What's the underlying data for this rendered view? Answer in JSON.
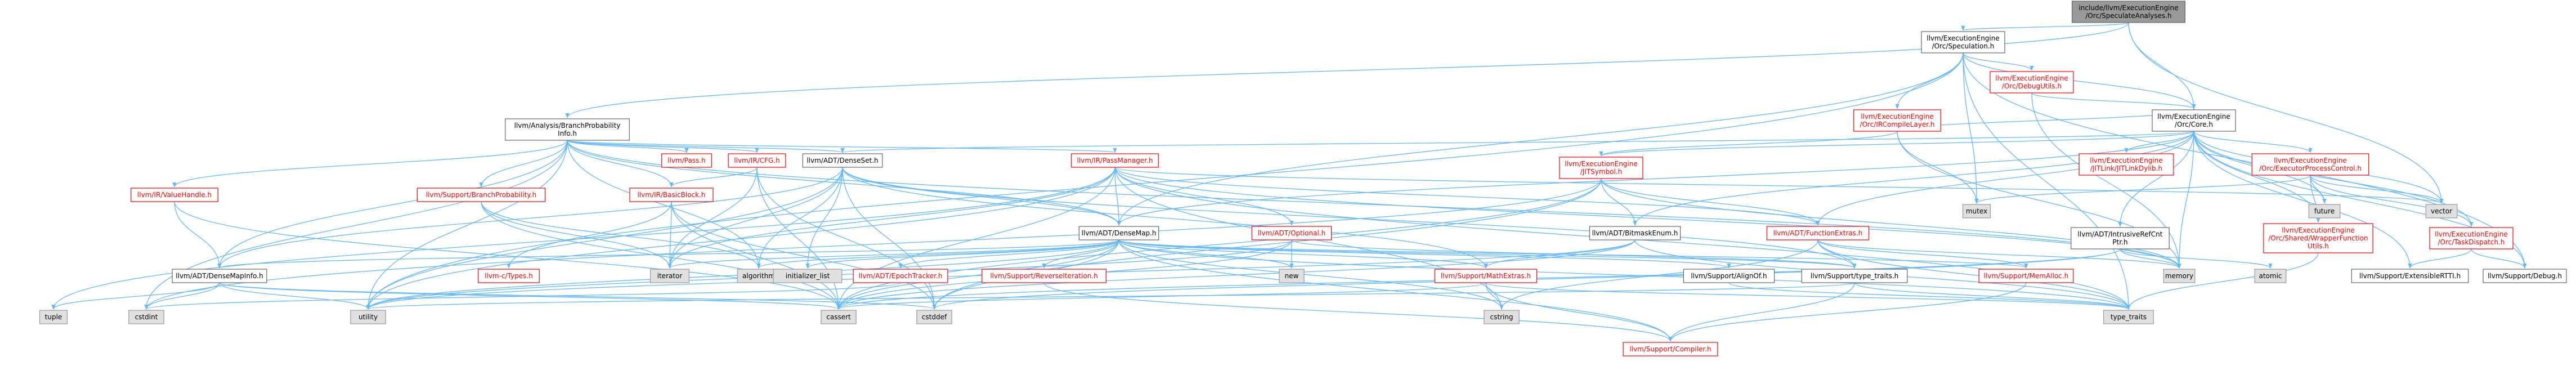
{
  "colors": {
    "edge": "#63b8ff",
    "root_fill": "#999999",
    "root_border": "#666666",
    "sys_fill": "#e0e0e0",
    "sys_border": "#999999",
    "file_fill": "#ffffff",
    "file_border": "#666666",
    "red_border": "#ff0000",
    "red_text": "#ff0000",
    "text": "#000000"
  },
  "graph": {
    "nodes": [
      {
        "id": "root",
        "label": [
          "include/llvm/ExecutionEngine",
          "/Orc/SpeculateAnalyses.h"
        ],
        "kind": "root"
      },
      {
        "id": "spec",
        "label": [
          "llvm/ExecutionEngine",
          "/Orc/Speculation.h"
        ],
        "kind": "file"
      },
      {
        "id": "bpi",
        "label": [
          "llvm/Analysis/BranchProbability",
          "Info.h"
        ],
        "kind": "file"
      },
      {
        "id": "debugutils",
        "label": [
          "llvm/ExecutionEngine",
          "/Orc/DebugUtils.h"
        ],
        "kind": "red"
      },
      {
        "id": "irc",
        "label": [
          "llvm/ExecutionEngine",
          "/Orc/IRCompileLayer.h"
        ],
        "kind": "red"
      },
      {
        "id": "core",
        "label": [
          "llvm/ExecutionEngine",
          "/Orc/Core.h"
        ],
        "kind": "file"
      },
      {
        "id": "denseset",
        "label": [
          "llvm/ADT/DenseSet.h"
        ],
        "kind": "file"
      },
      {
        "id": "passmgr",
        "label": [
          "llvm/IR/PassManager.h"
        ],
        "kind": "red"
      },
      {
        "id": "irpass",
        "label": [
          "llvm/Pass.h"
        ],
        "kind": "red"
      },
      {
        "id": "ircfg",
        "label": [
          "llvm/IR/CFG.h"
        ],
        "kind": "red"
      },
      {
        "id": "jitsym",
        "label": [
          "llvm/ExecutionEngine",
          "/JITSymbol.h"
        ],
        "kind": "red"
      },
      {
        "id": "jitlink",
        "label": [
          "llvm/ExecutionEngine",
          "/JITLink/JITLinkDylib.h"
        ],
        "kind": "red"
      },
      {
        "id": "epc",
        "label": [
          "llvm/ExecutionEngine",
          "/Orc/ExecutorProcessControl.h"
        ],
        "kind": "red"
      },
      {
        "id": "valuehandle",
        "label": [
          "llvm/IR/ValueHandle.h"
        ],
        "kind": "red"
      },
      {
        "id": "supbp",
        "label": [
          "llvm/Support/BranchProbability.h"
        ],
        "kind": "red"
      },
      {
        "id": "basicblock",
        "label": [
          "llvm/IR/BasicBlock.h"
        ],
        "kind": "red"
      },
      {
        "id": "densemap",
        "label": [
          "llvm/ADT/DenseMap.h"
        ],
        "kind": "file"
      },
      {
        "id": "optional",
        "label": [
          "llvm/ADT/Optional.h"
        ],
        "kind": "red"
      },
      {
        "id": "bitmask",
        "label": [
          "llvm/ADT/BitmaskEnum.h"
        ],
        "kind": "file"
      },
      {
        "id": "funcextras",
        "label": [
          "llvm/ADT/FunctionExtras.h"
        ],
        "kind": "red"
      },
      {
        "id": "intrusive",
        "label": [
          "llvm/ADT/IntrusiveRefCnt",
          "Ptr.h"
        ],
        "kind": "file"
      },
      {
        "id": "mutex",
        "label": [
          "mutex"
        ],
        "kind": "sys"
      },
      {
        "id": "future",
        "label": [
          "future"
        ],
        "kind": "sys"
      },
      {
        "id": "vector",
        "label": [
          "vector"
        ],
        "kind": "sys"
      },
      {
        "id": "taskdispatch",
        "label": [
          "llvm/ExecutionEngine",
          "/Orc/TaskDispatch.h"
        ],
        "kind": "red"
      },
      {
        "id": "wrapperfn",
        "label": [
          "llvm/ExecutionEngine",
          "/Orc/Shared/WrapperFunction",
          "Utils.h"
        ],
        "kind": "red"
      },
      {
        "id": "densemapinfo",
        "label": [
          "llvm/ADT/DenseMapInfo.h"
        ],
        "kind": "file"
      },
      {
        "id": "ctypes",
        "label": [
          "llvm-c/Types.h"
        ],
        "kind": "red"
      },
      {
        "id": "iterator",
        "label": [
          "iterator"
        ],
        "kind": "sys"
      },
      {
        "id": "algorithm",
        "label": [
          "algorithm"
        ],
        "kind": "sys"
      },
      {
        "id": "initlist",
        "label": [
          "initializer_list"
        ],
        "kind": "sys"
      },
      {
        "id": "epoch",
        "label": [
          "llvm/ADT/EpochTracker.h"
        ],
        "kind": "red"
      },
      {
        "id": "reviter",
        "label": [
          "llvm/Support/ReverseIteration.h"
        ],
        "kind": "red"
      },
      {
        "id": "new",
        "label": [
          "new"
        ],
        "kind": "sys"
      },
      {
        "id": "mathextras",
        "label": [
          "llvm/Support/MathExtras.h"
        ],
        "kind": "red"
      },
      {
        "id": "alignof",
        "label": [
          "llvm/Support/AlignOf.h"
        ],
        "kind": "file"
      },
      {
        "id": "typetraits_h",
        "label": [
          "llvm/Support/type_traits.h"
        ],
        "kind": "file"
      },
      {
        "id": "memalloc",
        "label": [
          "llvm/Support/MemAlloc.h"
        ],
        "kind": "red"
      },
      {
        "id": "memory",
        "label": [
          "memory"
        ],
        "kind": "sys"
      },
      {
        "id": "atomic",
        "label": [
          "atomic"
        ],
        "kind": "sys"
      },
      {
        "id": "extrtti",
        "label": [
          "llvm/Support/ExtensibleRTTI.h"
        ],
        "kind": "file"
      },
      {
        "id": "debug",
        "label": [
          "llvm/Support/Debug.h"
        ],
        "kind": "file"
      },
      {
        "id": "tuple",
        "label": [
          "tuple"
        ],
        "kind": "sys"
      },
      {
        "id": "cstdint",
        "label": [
          "cstdint"
        ],
        "kind": "sys"
      },
      {
        "id": "utility",
        "label": [
          "utility"
        ],
        "kind": "sys"
      },
      {
        "id": "cassert",
        "label": [
          "cassert"
        ],
        "kind": "sys"
      },
      {
        "id": "cstddef",
        "label": [
          "cstddef"
        ],
        "kind": "sys"
      },
      {
        "id": "cstring",
        "label": [
          "cstring"
        ],
        "kind": "sys"
      },
      {
        "id": "compiler",
        "label": [
          "llvm/Support/Compiler.h"
        ],
        "kind": "red"
      },
      {
        "id": "typetraits",
        "label": [
          "type_traits"
        ],
        "kind": "sys"
      }
    ],
    "edges": [
      [
        "root",
        "spec"
      ],
      [
        "root",
        "core"
      ],
      [
        "root",
        "bpi"
      ],
      [
        "root",
        "vector"
      ],
      [
        "spec",
        "debugutils"
      ],
      [
        "spec",
        "irc"
      ],
      [
        "spec",
        "core"
      ],
      [
        "spec",
        "densemap"
      ],
      [
        "spec",
        "mutex"
      ],
      [
        "spec",
        "typetraits"
      ],
      [
        "spec",
        "utility"
      ],
      [
        "spec",
        "debug"
      ],
      [
        "bpi",
        "denseset"
      ],
      [
        "bpi",
        "passmgr"
      ],
      [
        "bpi",
        "irpass"
      ],
      [
        "bpi",
        "ircfg"
      ],
      [
        "bpi",
        "valuehandle"
      ],
      [
        "bpi",
        "supbp"
      ],
      [
        "bpi",
        "basicblock"
      ],
      [
        "bpi",
        "densemap"
      ],
      [
        "bpi",
        "densemapinfo"
      ],
      [
        "bpi",
        "algorithm"
      ],
      [
        "bpi",
        "cstdint"
      ],
      [
        "bpi",
        "memory"
      ],
      [
        "bpi",
        "utility"
      ],
      [
        "debugutils",
        "core"
      ],
      [
        "debugutils",
        "memory"
      ],
      [
        "irc",
        "core"
      ],
      [
        "irc",
        "jitsym"
      ],
      [
        "irc",
        "mutex"
      ],
      [
        "irc",
        "memory"
      ],
      [
        "core",
        "jitsym"
      ],
      [
        "core",
        "jitlink"
      ],
      [
        "core",
        "epc"
      ],
      [
        "core",
        "taskdispatch"
      ],
      [
        "core",
        "bitmask"
      ],
      [
        "core",
        "funcextras"
      ],
      [
        "core",
        "intrusive"
      ],
      [
        "core",
        "densemap"
      ],
      [
        "core",
        "denseset"
      ],
      [
        "core",
        "future"
      ],
      [
        "core",
        "vector"
      ],
      [
        "core",
        "memory"
      ],
      [
        "core",
        "debug"
      ],
      [
        "core",
        "extrtti"
      ],
      [
        "core",
        "wrapperfn"
      ],
      [
        "denseset",
        "densemap"
      ],
      [
        "denseset",
        "densemapinfo"
      ],
      [
        "denseset",
        "mathextras"
      ],
      [
        "denseset",
        "typetraits_h"
      ],
      [
        "denseset",
        "algorithm"
      ],
      [
        "denseset",
        "cstddef"
      ],
      [
        "denseset",
        "initlist"
      ],
      [
        "denseset",
        "iterator"
      ],
      [
        "denseset",
        "utility"
      ],
      [
        "passmgr",
        "densemap"
      ],
      [
        "passmgr",
        "funcextras"
      ],
      [
        "passmgr",
        "optional"
      ],
      [
        "passmgr",
        "tuple"
      ],
      [
        "passmgr",
        "vector"
      ],
      [
        "passmgr",
        "typetraits"
      ],
      [
        "passmgr",
        "cstring"
      ],
      [
        "passmgr",
        "iterator"
      ],
      [
        "passmgr",
        "utility"
      ],
      [
        "passmgr",
        "cassert"
      ],
      [
        "passmgr",
        "memory"
      ],
      [
        "jitsym",
        "bitmask"
      ],
      [
        "jitsym",
        "funcextras"
      ],
      [
        "jitsym",
        "cstddef"
      ],
      [
        "jitsym",
        "cstdint"
      ],
      [
        "jitsym",
        "cassert"
      ],
      [
        "jitsym",
        "memory"
      ],
      [
        "epc",
        "wrapperfn"
      ],
      [
        "epc",
        "taskdispatch"
      ],
      [
        "epc",
        "mutex"
      ],
      [
        "epc",
        "vector"
      ],
      [
        "epc",
        "future"
      ],
      [
        "taskdispatch",
        "extrtti"
      ],
      [
        "taskdispatch",
        "debug"
      ],
      [
        "valuehandle",
        "densemapinfo"
      ],
      [
        "valuehandle",
        "cassert"
      ],
      [
        "supbp",
        "algorithm"
      ],
      [
        "supbp",
        "cassert"
      ],
      [
        "supbp",
        "iterator"
      ],
      [
        "basicblock",
        "ctypes"
      ],
      [
        "basicblock",
        "iterator"
      ],
      [
        "basicblock",
        "cassert"
      ],
      [
        "basicblock",
        "cstddef"
      ],
      [
        "ircfg",
        "basicblock"
      ],
      [
        "ircfg",
        "cassert"
      ],
      [
        "ircfg",
        "cstddef"
      ],
      [
        "ircfg",
        "iterator"
      ],
      [
        "densemap",
        "densemapinfo"
      ],
      [
        "densemap",
        "epoch"
      ],
      [
        "densemap",
        "reviter"
      ],
      [
        "densemap",
        "mathextras"
      ],
      [
        "densemap",
        "alignof"
      ],
      [
        "densemap",
        "compiler"
      ],
      [
        "densemap",
        "memalloc"
      ],
      [
        "densemap",
        "typetraits_h"
      ],
      [
        "densemap",
        "algorithm"
      ],
      [
        "densemap",
        "cassert"
      ],
      [
        "densemap",
        "cstddef"
      ],
      [
        "densemap",
        "cstring"
      ],
      [
        "densemap",
        "initlist"
      ],
      [
        "densemap",
        "iterator"
      ],
      [
        "densemap",
        "new"
      ],
      [
        "densemap",
        "typetraits"
      ],
      [
        "densemap",
        "utility"
      ],
      [
        "optional",
        "new"
      ],
      [
        "optional",
        "cassert"
      ],
      [
        "optional",
        "utility"
      ],
      [
        "optional",
        "typetraits_h"
      ],
      [
        "bitmask",
        "mathextras"
      ],
      [
        "bitmask",
        "cassert"
      ],
      [
        "bitmask",
        "typetraits"
      ],
      [
        "bitmask",
        "utility"
      ],
      [
        "funcextras",
        "memalloc"
      ],
      [
        "funcextras",
        "typetraits_h"
      ],
      [
        "funcextras",
        "memory"
      ],
      [
        "funcextras",
        "typetraits"
      ],
      [
        "funcextras",
        "cstring"
      ],
      [
        "intrusive",
        "atomic"
      ],
      [
        "intrusive",
        "cassert"
      ],
      [
        "intrusive",
        "cstddef"
      ],
      [
        "intrusive",
        "memory"
      ],
      [
        "densemapinfo",
        "cassert"
      ],
      [
        "densemapinfo",
        "cstddef"
      ],
      [
        "densemapinfo",
        "cstdint"
      ],
      [
        "densemapinfo",
        "tuple"
      ],
      [
        "densemapinfo",
        "utility"
      ],
      [
        "epoch",
        "cstdint"
      ],
      [
        "reviter",
        "compiler"
      ],
      [
        "mathextras",
        "compiler"
      ],
      [
        "mathextras",
        "cassert"
      ],
      [
        "mathextras",
        "cstring"
      ],
      [
        "mathextras",
        "typetraits"
      ],
      [
        "alignof",
        "typetraits"
      ],
      [
        "typetraits_h",
        "compiler"
      ],
      [
        "typetraits_h",
        "typetraits"
      ],
      [
        "typetraits_h",
        "utility"
      ],
      [
        "memalloc",
        "compiler"
      ],
      [
        "wrapperfn",
        "typetraits"
      ]
    ]
  }
}
